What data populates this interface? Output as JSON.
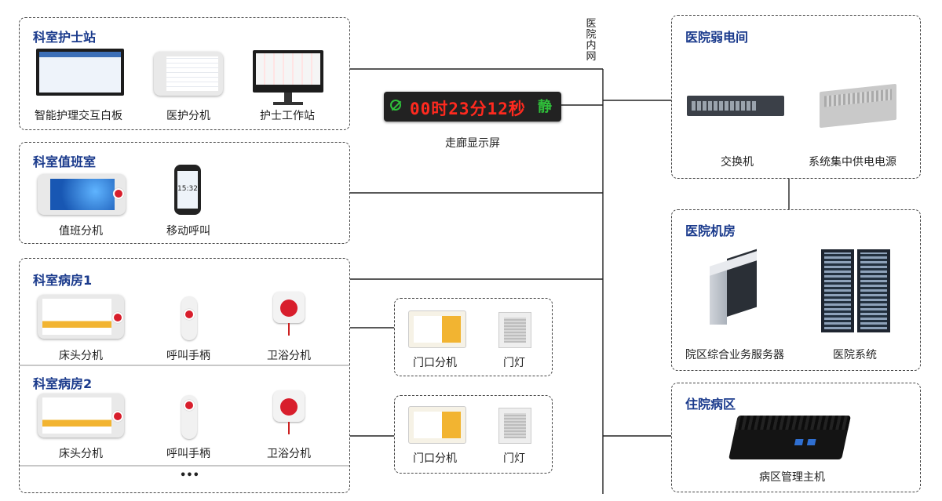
{
  "network_label": "医院内网",
  "panels": {
    "nurse_station": {
      "title": "科室护士站",
      "devices": [
        "智能护理交互白板",
        "医护分机",
        "护士工作站"
      ]
    },
    "duty_room": {
      "title": "科室值班室",
      "devices": [
        "值班分机",
        "移动呼叫"
      ],
      "time": "15:32"
    },
    "ward1": {
      "title": "科室病房1",
      "devices": [
        "床头分机",
        "呼叫手柄",
        "卫浴分机"
      ]
    },
    "ward2": {
      "title": "科室病房2",
      "devices": [
        "床头分机",
        "呼叫手柄",
        "卫浴分机"
      ],
      "more": "•••"
    },
    "door1": {
      "devices": [
        "门口分机",
        "门灯"
      ]
    },
    "door2": {
      "devices": [
        "门口分机",
        "门灯"
      ]
    },
    "weak_room": {
      "title": "医院弱电间",
      "devices": [
        "交换机",
        "系统集中供电电源"
      ]
    },
    "machine_room": {
      "title": "医院机房",
      "devices": [
        "院区综合业务服务器",
        "医院系统"
      ]
    },
    "inpatient": {
      "title": "住院病区",
      "devices": [
        "病区管理主机"
      ]
    }
  },
  "corridor_display": {
    "label": "走廊显示屏",
    "led_text": "00时23分12秒",
    "quiet_char": "静"
  },
  "colors": {
    "title": "#1a3a8c",
    "led": "#ff2a1f",
    "line": "#222222",
    "border": "#444444"
  }
}
